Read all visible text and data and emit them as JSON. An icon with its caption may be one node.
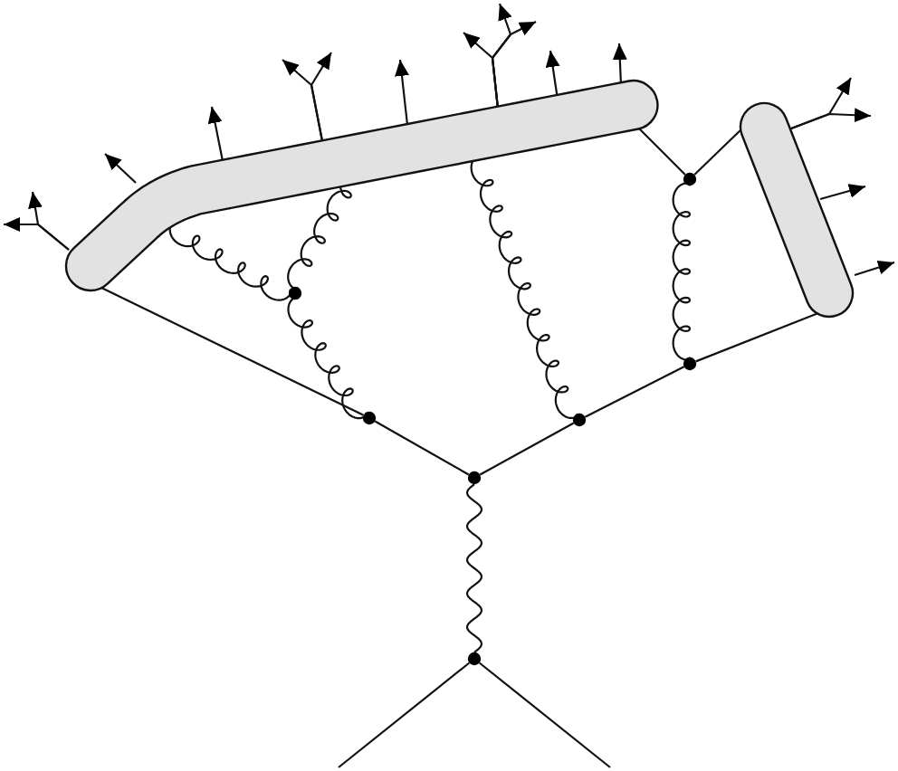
{
  "diagram": {
    "nodes": [
      {
        "text": [],
        "shape": "bar"
      },
      {
        "text": [],
        "shape": "bar"
      },
      {
        "text": [],
        "shape": "circle"
      },
      {
        "text": [],
        "shape": "circle"
      },
      {
        "text": [],
        "shape": "circle"
      },
      {
        "text": [],
        "shape": "circle"
      },
      {
        "text": [],
        "shape": "circle"
      },
      {
        "text": [],
        "shape": "circle"
      },
      {
        "text": [],
        "shape": "circle"
      }
    ],
    "edges": [
      {
        "from": 0,
        "to": 2,
        "arrow": "none"
      },
      {
        "from": 2,
        "to": 1,
        "arrow": "none"
      },
      {
        "from": 0,
        "to": 4,
        "arrow": "none"
      },
      {
        "from": 4,
        "to": 7,
        "arrow": "none"
      },
      {
        "from": 7,
        "to": 5,
        "arrow": "none"
      },
      {
        "from": 5,
        "to": 6,
        "arrow": "none"
      },
      {
        "from": 6,
        "to": 1,
        "arrow": "none"
      },
      {
        "from": 0,
        "to": 3,
        "arrow": "none"
      },
      {
        "from": 0,
        "to": 3,
        "arrow": "none"
      },
      {
        "from": 3,
        "to": 4,
        "arrow": "none"
      },
      {
        "from": 0,
        "to": 5,
        "arrow": "none"
      },
      {
        "from": 2,
        "to": 6,
        "arrow": "none"
      },
      {
        "from": 7,
        "to": 8,
        "arrow": "none"
      },
      {
        "from": null,
        "to": 8,
        "arrow": "none"
      },
      {
        "from": null,
        "to": 8,
        "arrow": "none"
      },
      {
        "from": 0,
        "to": null,
        "arrow": "to"
      },
      {
        "from": 0,
        "to": null,
        "arrow": "to"
      },
      {
        "from": 0,
        "to": null,
        "arrow": "to"
      },
      {
        "from": 0,
        "to": null,
        "arrow": "to"
      },
      {
        "from": 0,
        "to": null,
        "arrow": "to"
      },
      {
        "from": 0,
        "to": null,
        "arrow": "to"
      },
      {
        "from": 0,
        "to": null,
        "arrow": "to"
      },
      {
        "from": 0,
        "to": null,
        "arrow": "to"
      },
      {
        "from": 0,
        "to": null,
        "arrow": "to"
      },
      {
        "from": 0,
        "to": null,
        "arrow": "to"
      },
      {
        "from": 0,
        "to": null,
        "arrow": "to"
      },
      {
        "from": 0,
        "to": null,
        "arrow": "to"
      },
      {
        "from": 1,
        "to": null,
        "arrow": "to"
      },
      {
        "from": 1,
        "to": null,
        "arrow": "to"
      },
      {
        "from": 1,
        "to": null,
        "arrow": "to"
      },
      {
        "from": 1,
        "to": null,
        "arrow": "to"
      }
    ]
  }
}
